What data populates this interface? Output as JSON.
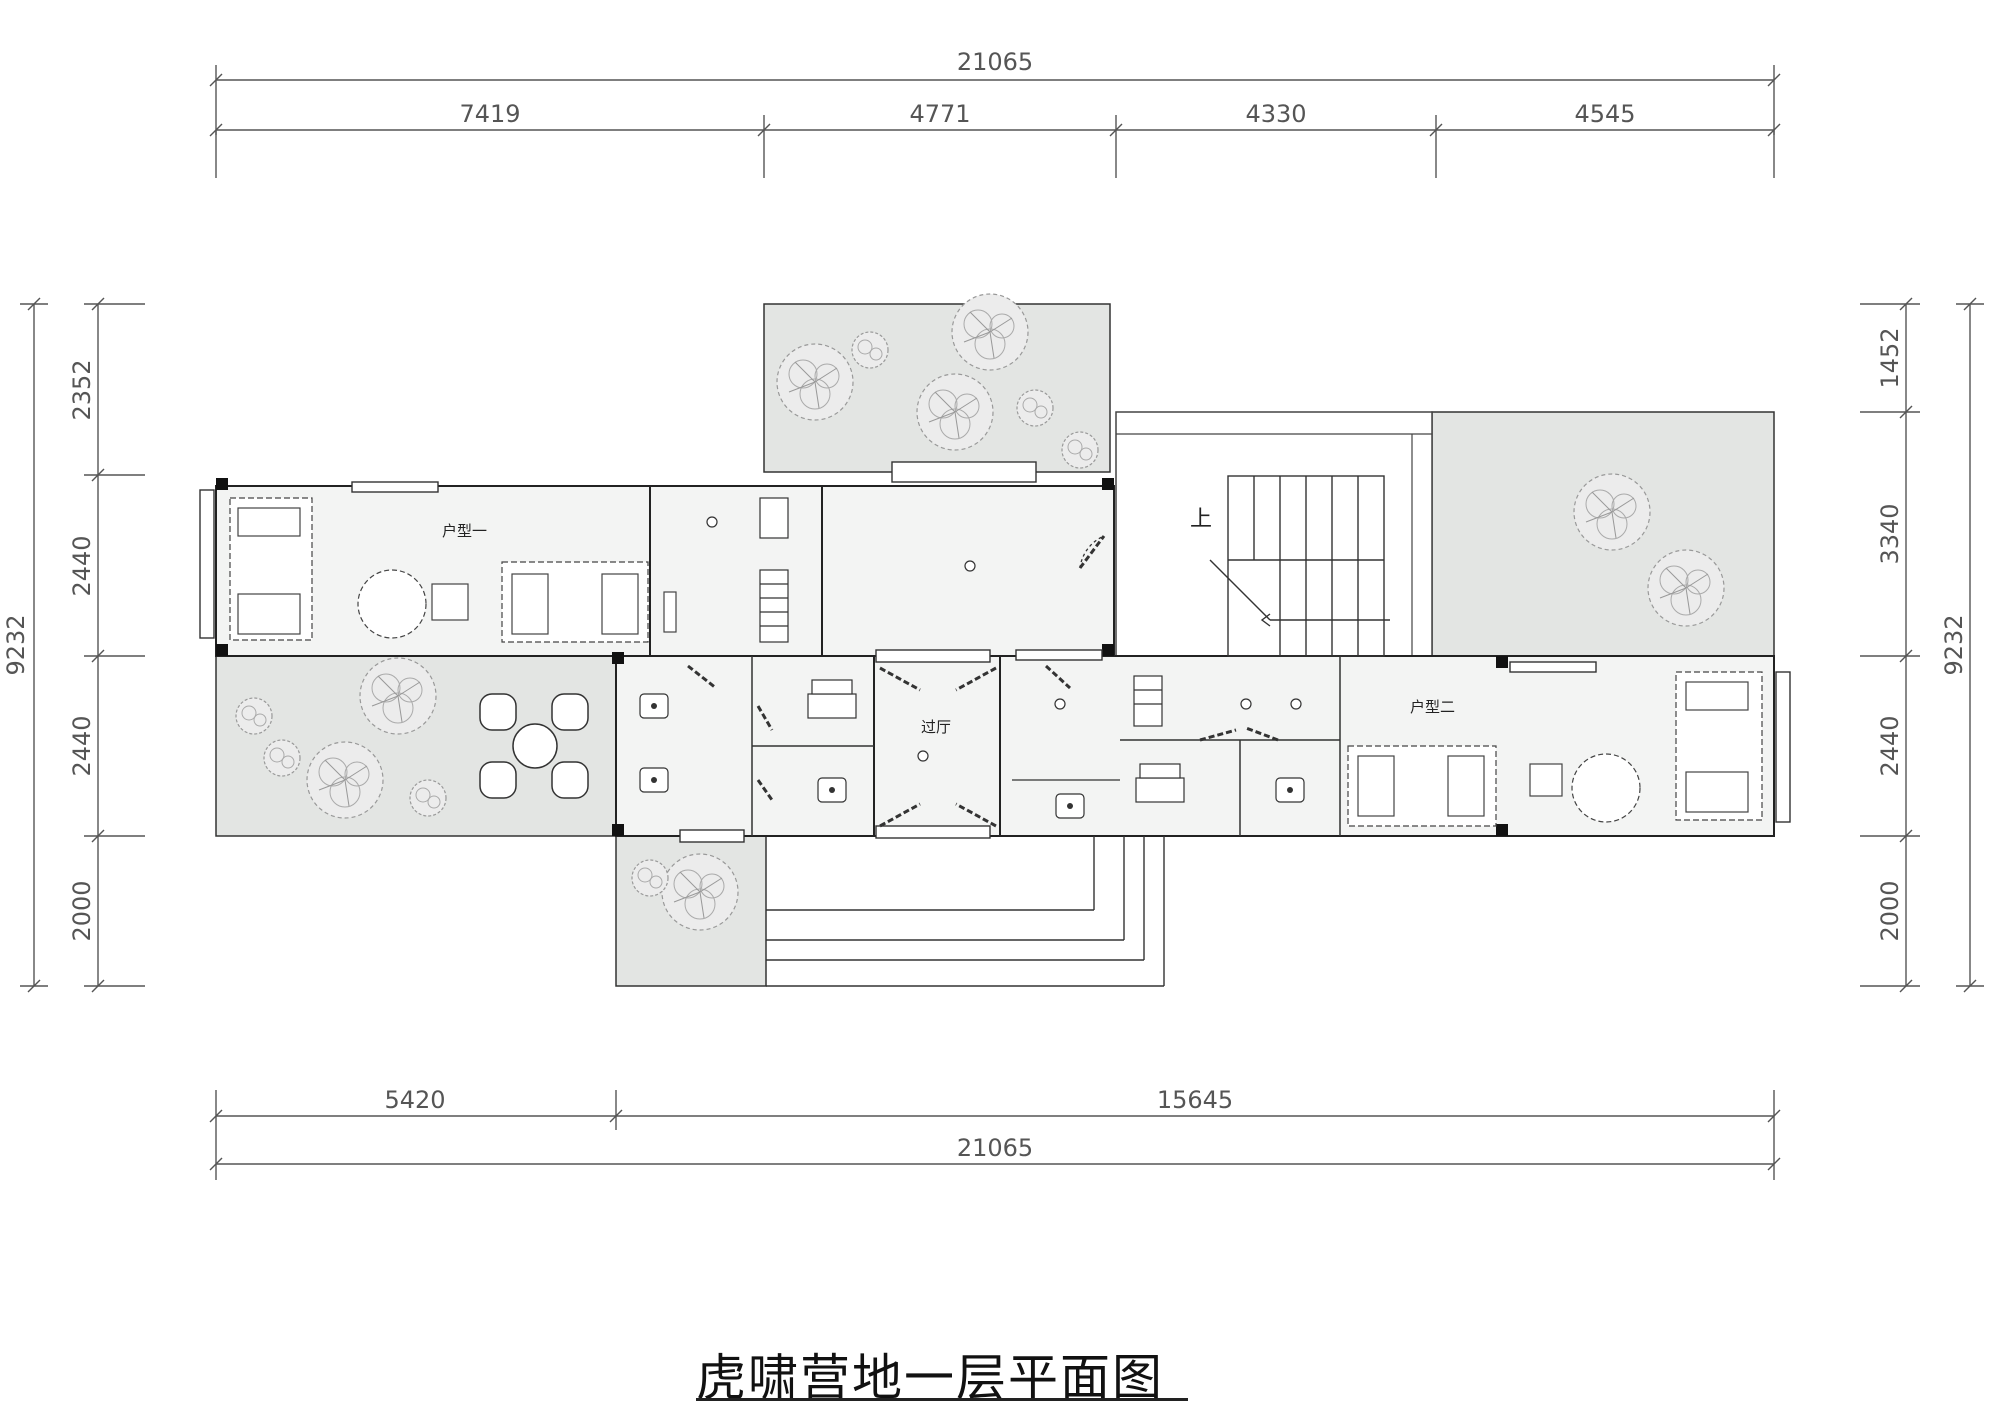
{
  "title": "虎啸营地一层平面图",
  "dimensions": {
    "top_total": "21065",
    "top_segments": [
      "7419",
      "4771",
      "4330",
      "4545"
    ],
    "bottom_segments": [
      "5420",
      "15645"
    ],
    "bottom_total": "21065",
    "left_segments": [
      "2352",
      "2440",
      "2440",
      "2000"
    ],
    "left_total": "9232",
    "right_segments": [
      "1452",
      "3340",
      "2440",
      "2000"
    ],
    "right_total": "9232"
  },
  "rooms": {
    "unit_one": "户型一",
    "unit_two": "户型二",
    "hall": "过厅",
    "stair_up": "上"
  },
  "colors": {
    "landscape_fill": "#e3e5e3",
    "room_fill": "#f3f4f3",
    "wall": "#222222",
    "dimension_line": "#555555"
  }
}
